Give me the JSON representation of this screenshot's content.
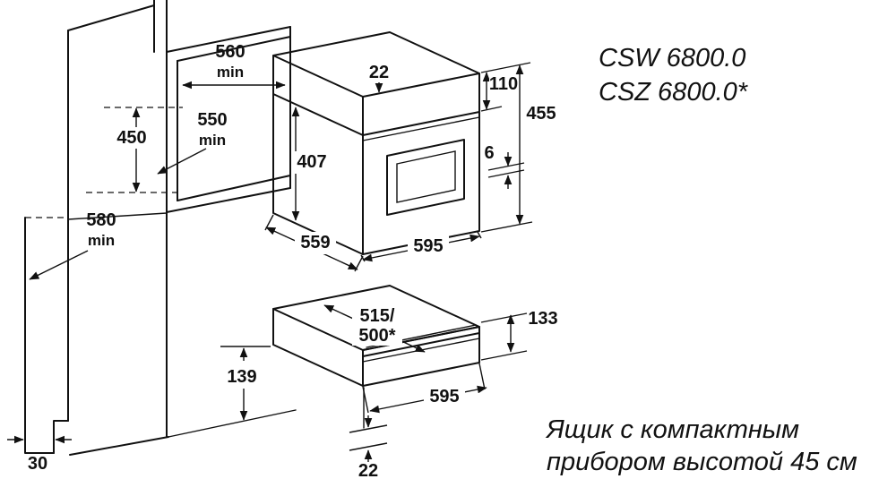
{
  "colors": {
    "ink": "#111111",
    "background": "#ffffff"
  },
  "models": {
    "line1": "CSW 6800.0",
    "line2": "CSZ 6800.0*"
  },
  "caption": {
    "line1": "Ящик с компактным",
    "line2": "прибором высотой 45 см"
  },
  "dims": {
    "niche_width": "560",
    "niche_width_unit": "min",
    "niche_depth": "550",
    "niche_depth_unit": "min",
    "niche_height": "450",
    "base_height": "580",
    "base_height_unit": "min",
    "plinth_recess": "30",
    "top_clearance": "22",
    "panel_height": "110",
    "appliance_height": "455",
    "door_height": "407",
    "gap": "6",
    "appliance_depth": "559",
    "appliance_width": "595",
    "drawer_depth_line1": "515/",
    "drawer_depth_line2": "500*",
    "drawer_front_height": "133",
    "drawer_clearance": "139",
    "drawer_width": "595",
    "drawer_bottom_gap": "22"
  }
}
